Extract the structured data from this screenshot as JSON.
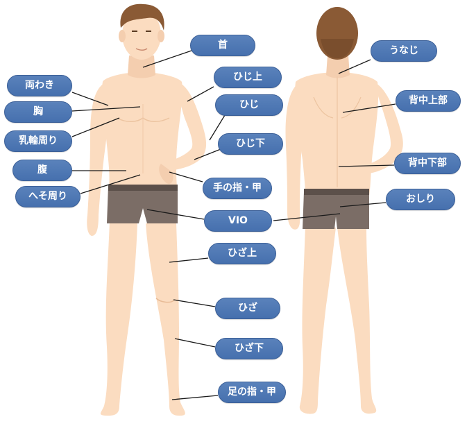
{
  "colors": {
    "label_fill": "#4a72ae",
    "skin": "#fbdcc0",
    "skin_shadow": "#f2c8a6",
    "hair": "#8a5a35",
    "underwear": "#7b6d66",
    "underwear_band": "#5c504a",
    "leader_line": "#1a1a1a"
  },
  "front_labels": {
    "neck": "首",
    "underarm": "両わき",
    "chest": "胸",
    "areola": "乳輪周り",
    "abdomen": "腹",
    "navel": "へそ周り",
    "above_elbow": "ひじ上",
    "elbow": "ひじ",
    "below_elbow": "ひじ下",
    "hand": "手の指・甲",
    "vio": "VIO",
    "above_knee": "ひざ上",
    "knee": "ひざ",
    "below_knee": "ひざ下",
    "foot": "足の指・甲"
  },
  "back_labels": {
    "nape": "うなじ",
    "upper_back": "背中上部",
    "lower_back": "背中下部",
    "buttocks": "おしり"
  }
}
